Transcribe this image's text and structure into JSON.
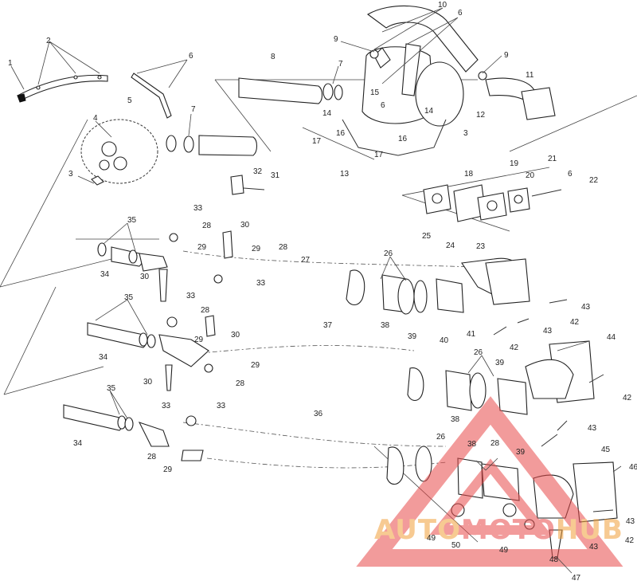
{
  "diagram": {
    "callouts": [
      {
        "id": "c1",
        "text": "1"
      },
      {
        "id": "c2",
        "text": "2"
      },
      {
        "id": "c3",
        "text": "3"
      },
      {
        "id": "c4",
        "text": "4"
      },
      {
        "id": "c5",
        "text": "5"
      },
      {
        "id": "c6a",
        "text": "6"
      },
      {
        "id": "c7a",
        "text": "7"
      },
      {
        "id": "c8",
        "text": "8"
      },
      {
        "id": "c9a",
        "text": "9"
      },
      {
        "id": "c10",
        "text": "10"
      },
      {
        "id": "c6b",
        "text": "6"
      },
      {
        "id": "c9b",
        "text": "9"
      },
      {
        "id": "c11",
        "text": "11"
      },
      {
        "id": "c7b",
        "text": "7"
      },
      {
        "id": "c15",
        "text": "15"
      },
      {
        "id": "c6c",
        "text": "6"
      },
      {
        "id": "c12",
        "text": "12"
      },
      {
        "id": "c14a",
        "text": "14"
      },
      {
        "id": "c14b",
        "text": "14"
      },
      {
        "id": "c16a",
        "text": "16"
      },
      {
        "id": "c16b",
        "text": "16"
      },
      {
        "id": "c3b",
        "text": "3"
      },
      {
        "id": "c17a",
        "text": "17"
      },
      {
        "id": "c17b",
        "text": "17"
      },
      {
        "id": "c13",
        "text": "13"
      },
      {
        "id": "c18",
        "text": "18"
      },
      {
        "id": "c19",
        "text": "19"
      },
      {
        "id": "c20",
        "text": "20"
      },
      {
        "id": "c21",
        "text": "21"
      },
      {
        "id": "c6d",
        "text": "6"
      },
      {
        "id": "c22",
        "text": "22"
      },
      {
        "id": "c32",
        "text": "32"
      },
      {
        "id": "c31",
        "text": "31"
      },
      {
        "id": "c35a",
        "text": "35"
      },
      {
        "id": "c33a",
        "text": "33"
      },
      {
        "id": "c28a",
        "text": "28"
      },
      {
        "id": "c30a",
        "text": "30"
      },
      {
        "id": "c29a",
        "text": "29"
      },
      {
        "id": "c29b",
        "text": "29"
      },
      {
        "id": "c28b",
        "text": "28"
      },
      {
        "id": "c27",
        "text": "27"
      },
      {
        "id": "c25",
        "text": "25"
      },
      {
        "id": "c24",
        "text": "24"
      },
      {
        "id": "c23",
        "text": "23"
      },
      {
        "id": "c26a",
        "text": "26"
      },
      {
        "id": "c34a",
        "text": "34"
      },
      {
        "id": "c30b",
        "text": "30"
      },
      {
        "id": "c33b",
        "text": "33"
      },
      {
        "id": "c38a",
        "text": "38"
      },
      {
        "id": "c39a",
        "text": "39"
      },
      {
        "id": "c40",
        "text": "40"
      },
      {
        "id": "c41",
        "text": "41"
      },
      {
        "id": "c42a",
        "text": "42"
      },
      {
        "id": "c43a",
        "text": "43"
      },
      {
        "id": "c43b",
        "text": "43"
      },
      {
        "id": "c42b",
        "text": "42"
      },
      {
        "id": "c35b",
        "text": "35"
      },
      {
        "id": "c33c",
        "text": "33"
      },
      {
        "id": "c28c",
        "text": "28"
      },
      {
        "id": "c30c",
        "text": "30"
      },
      {
        "id": "c37",
        "text": "37"
      },
      {
        "id": "c34b",
        "text": "34"
      },
      {
        "id": "c29c",
        "text": "29"
      },
      {
        "id": "c30d",
        "text": "30"
      },
      {
        "id": "c29d",
        "text": "29"
      },
      {
        "id": "c28d",
        "text": "28"
      },
      {
        "id": "c44",
        "text": "44"
      },
      {
        "id": "c26b",
        "text": "26"
      },
      {
        "id": "c39b",
        "text": "39"
      },
      {
        "id": "c38b",
        "text": "38"
      },
      {
        "id": "c42c",
        "text": "42"
      },
      {
        "id": "c33d",
        "text": "33"
      },
      {
        "id": "c35c",
        "text": "35"
      },
      {
        "id": "c33e",
        "text": "33"
      },
      {
        "id": "c36",
        "text": "36"
      },
      {
        "id": "c34c",
        "text": "34"
      },
      {
        "id": "c43c",
        "text": "43"
      },
      {
        "id": "c28e",
        "text": "28"
      },
      {
        "id": "c29e",
        "text": "29"
      },
      {
        "id": "c26c",
        "text": "26"
      },
      {
        "id": "c38c",
        "text": "38"
      },
      {
        "id": "c28f",
        "text": "28"
      },
      {
        "id": "c39c",
        "text": "39"
      },
      {
        "id": "c45",
        "text": "45"
      },
      {
        "id": "c46",
        "text": "46"
      },
      {
        "id": "c49a",
        "text": "49"
      },
      {
        "id": "c50",
        "text": "50"
      },
      {
        "id": "c49b",
        "text": "49"
      },
      {
        "id": "c43d",
        "text": "43"
      },
      {
        "id": "c42d",
        "text": "42"
      },
      {
        "id": "c43e",
        "text": "43"
      },
      {
        "id": "c48",
        "text": "48"
      },
      {
        "id": "c47",
        "text": "47"
      }
    ]
  },
  "watermark": {
    "text": "AUTOMOTOHUB",
    "color_red": "#e84a4a",
    "color_orange": "#f2a03a"
  }
}
